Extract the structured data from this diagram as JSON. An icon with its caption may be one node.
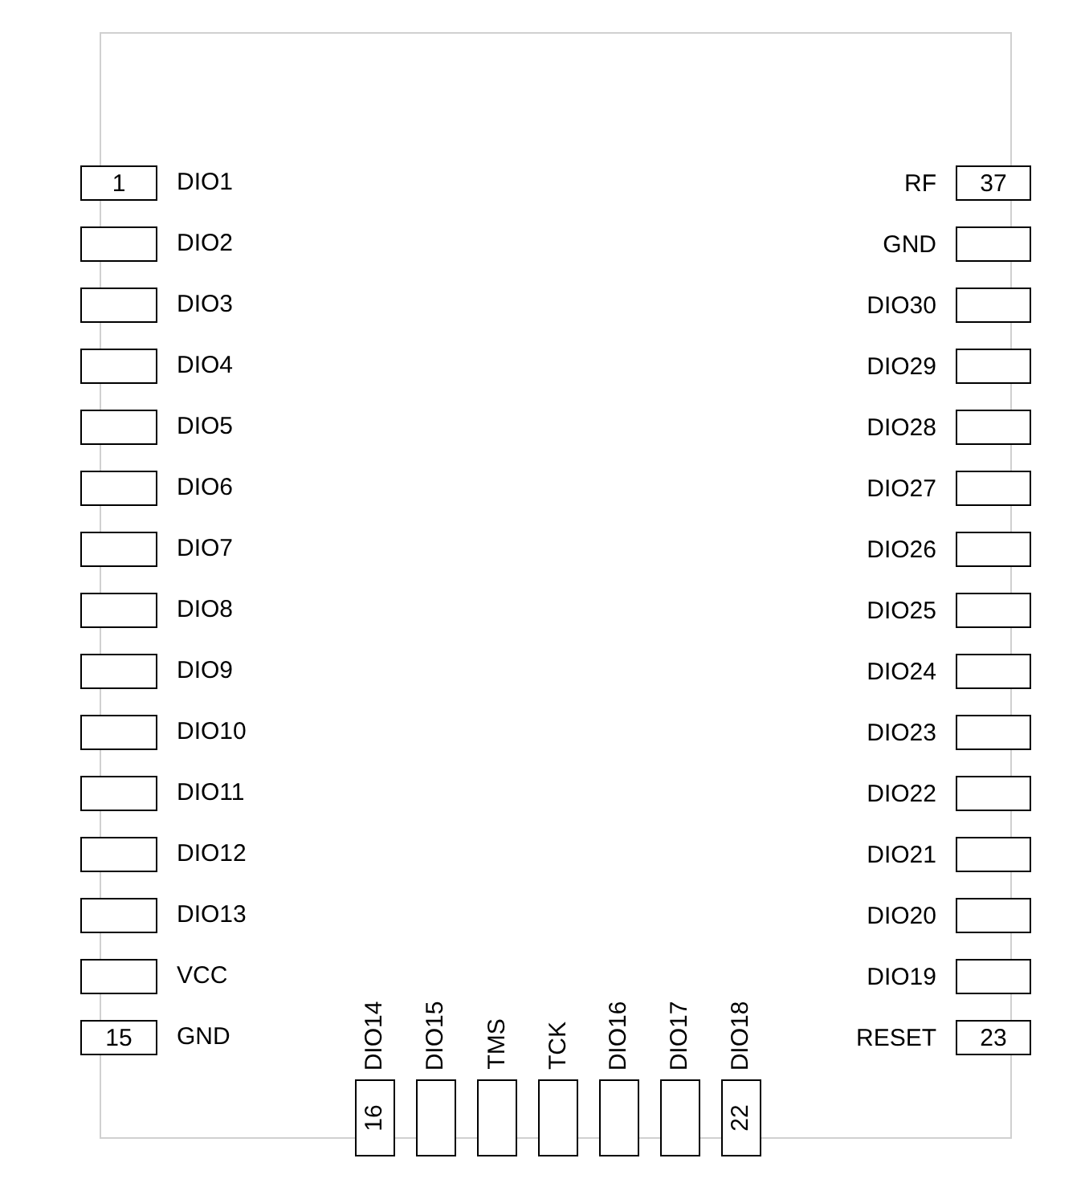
{
  "diagram": {
    "nodes": [
      {
        "text": [
          "1"
        ],
        "beside": [
          "DIO1"
        ]
      },
      {
        "text": [],
        "shape": "box",
        "beside": [
          "DIO2"
        ]
      },
      {
        "text": [],
        "shape": "box",
        "beside": [
          "DIO3"
        ]
      },
      {
        "text": [],
        "shape": "box",
        "beside": [
          "DIO4"
        ]
      },
      {
        "text": [],
        "shape": "box",
        "beside": [
          "DIO5"
        ]
      },
      {
        "text": [],
        "shape": "box",
        "beside": [
          "DIO6"
        ]
      },
      {
        "text": [],
        "shape": "box",
        "beside": [
          "DIO7"
        ]
      },
      {
        "text": [],
        "shape": "box",
        "beside": [
          "DIO8"
        ]
      },
      {
        "text": [],
        "shape": "box",
        "beside": [
          "DIO9"
        ]
      },
      {
        "text": [],
        "shape": "box",
        "beside": [
          "DIO10"
        ]
      },
      {
        "text": [],
        "shape": "box",
        "beside": [
          "DIO11"
        ]
      },
      {
        "text": [],
        "shape": "box",
        "beside": [
          "DIO12"
        ]
      },
      {
        "text": [],
        "shape": "box",
        "beside": [
          "DIO13"
        ]
      },
      {
        "text": [],
        "shape": "box",
        "beside": [
          "VCC"
        ]
      },
      {
        "text": [
          "15"
        ],
        "beside": [
          "GND"
        ]
      },
      {
        "text": [
          "16"
        ],
        "beside": [
          "DIO14"
        ]
      },
      {
        "text": [],
        "shape": "box",
        "beside": [
          "DIO15"
        ]
      },
      {
        "text": [],
        "shape": "box",
        "beside": [
          "TMS"
        ]
      },
      {
        "text": [],
        "shape": "box",
        "beside": [
          "TCK"
        ]
      },
      {
        "text": [],
        "shape": "box",
        "beside": [
          "DIO16"
        ]
      },
      {
        "text": [],
        "shape": "box",
        "beside": [
          "DIO17"
        ]
      },
      {
        "text": [
          "22"
        ],
        "beside": [
          "DIO18"
        ]
      },
      {
        "text": [
          "23"
        ],
        "beside": [
          "RESET"
        ]
      },
      {
        "text": [],
        "shape": "box",
        "beside": [
          "DIO19"
        ]
      },
      {
        "text": [],
        "shape": "box",
        "beside": [
          "DIO20"
        ]
      },
      {
        "text": [],
        "shape": "box",
        "beside": [
          "DIO21"
        ]
      },
      {
        "text": [],
        "shape": "box",
        "beside": [
          "DIO22"
        ]
      },
      {
        "text": [],
        "shape": "box",
        "beside": [
          "DIO23"
        ]
      },
      {
        "text": [],
        "shape": "box",
        "beside": [
          "DIO24"
        ]
      },
      {
        "text": [],
        "shape": "box",
        "beside": [
          "DIO25"
        ]
      },
      {
        "text": [],
        "shape": "box",
        "beside": [
          "DIO26"
        ]
      },
      {
        "text": [],
        "shape": "box",
        "beside": [
          "DIO27"
        ]
      },
      {
        "text": [],
        "shape": "box",
        "beside": [
          "DIO28"
        ]
      },
      {
        "text": [],
        "shape": "box",
        "beside": [
          "DIO29"
        ]
      },
      {
        "text": [],
        "shape": "box",
        "beside": [
          "DIO30"
        ]
      },
      {
        "text": [],
        "shape": "box",
        "beside": [
          "GND"
        ]
      },
      {
        "text": [
          "37"
        ],
        "beside": [
          "RF"
        ]
      }
    ]
  }
}
